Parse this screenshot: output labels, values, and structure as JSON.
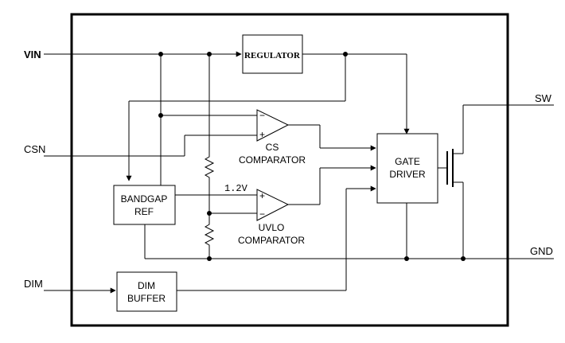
{
  "pins": {
    "vin": "VIN",
    "csn": "CSN",
    "dim": "DIM",
    "sw": "SW",
    "gnd": "GND"
  },
  "blocks": {
    "regulator": "REGULATOR",
    "bandgap_line1": "BANDGAP",
    "bandgap_line2": "REF",
    "gate_line1": "GATE",
    "gate_line2": "DRIVER",
    "dim_line1": "DIM",
    "dim_line2": "BUFFER"
  },
  "comparators": {
    "cs_line1": "CS",
    "cs_line2": "COMPARATOR",
    "uvlo_line1": "UVLO",
    "uvlo_line2": "COMPARATOR",
    "minus": "−",
    "plus": "+"
  },
  "reference_voltage": "1.2V"
}
